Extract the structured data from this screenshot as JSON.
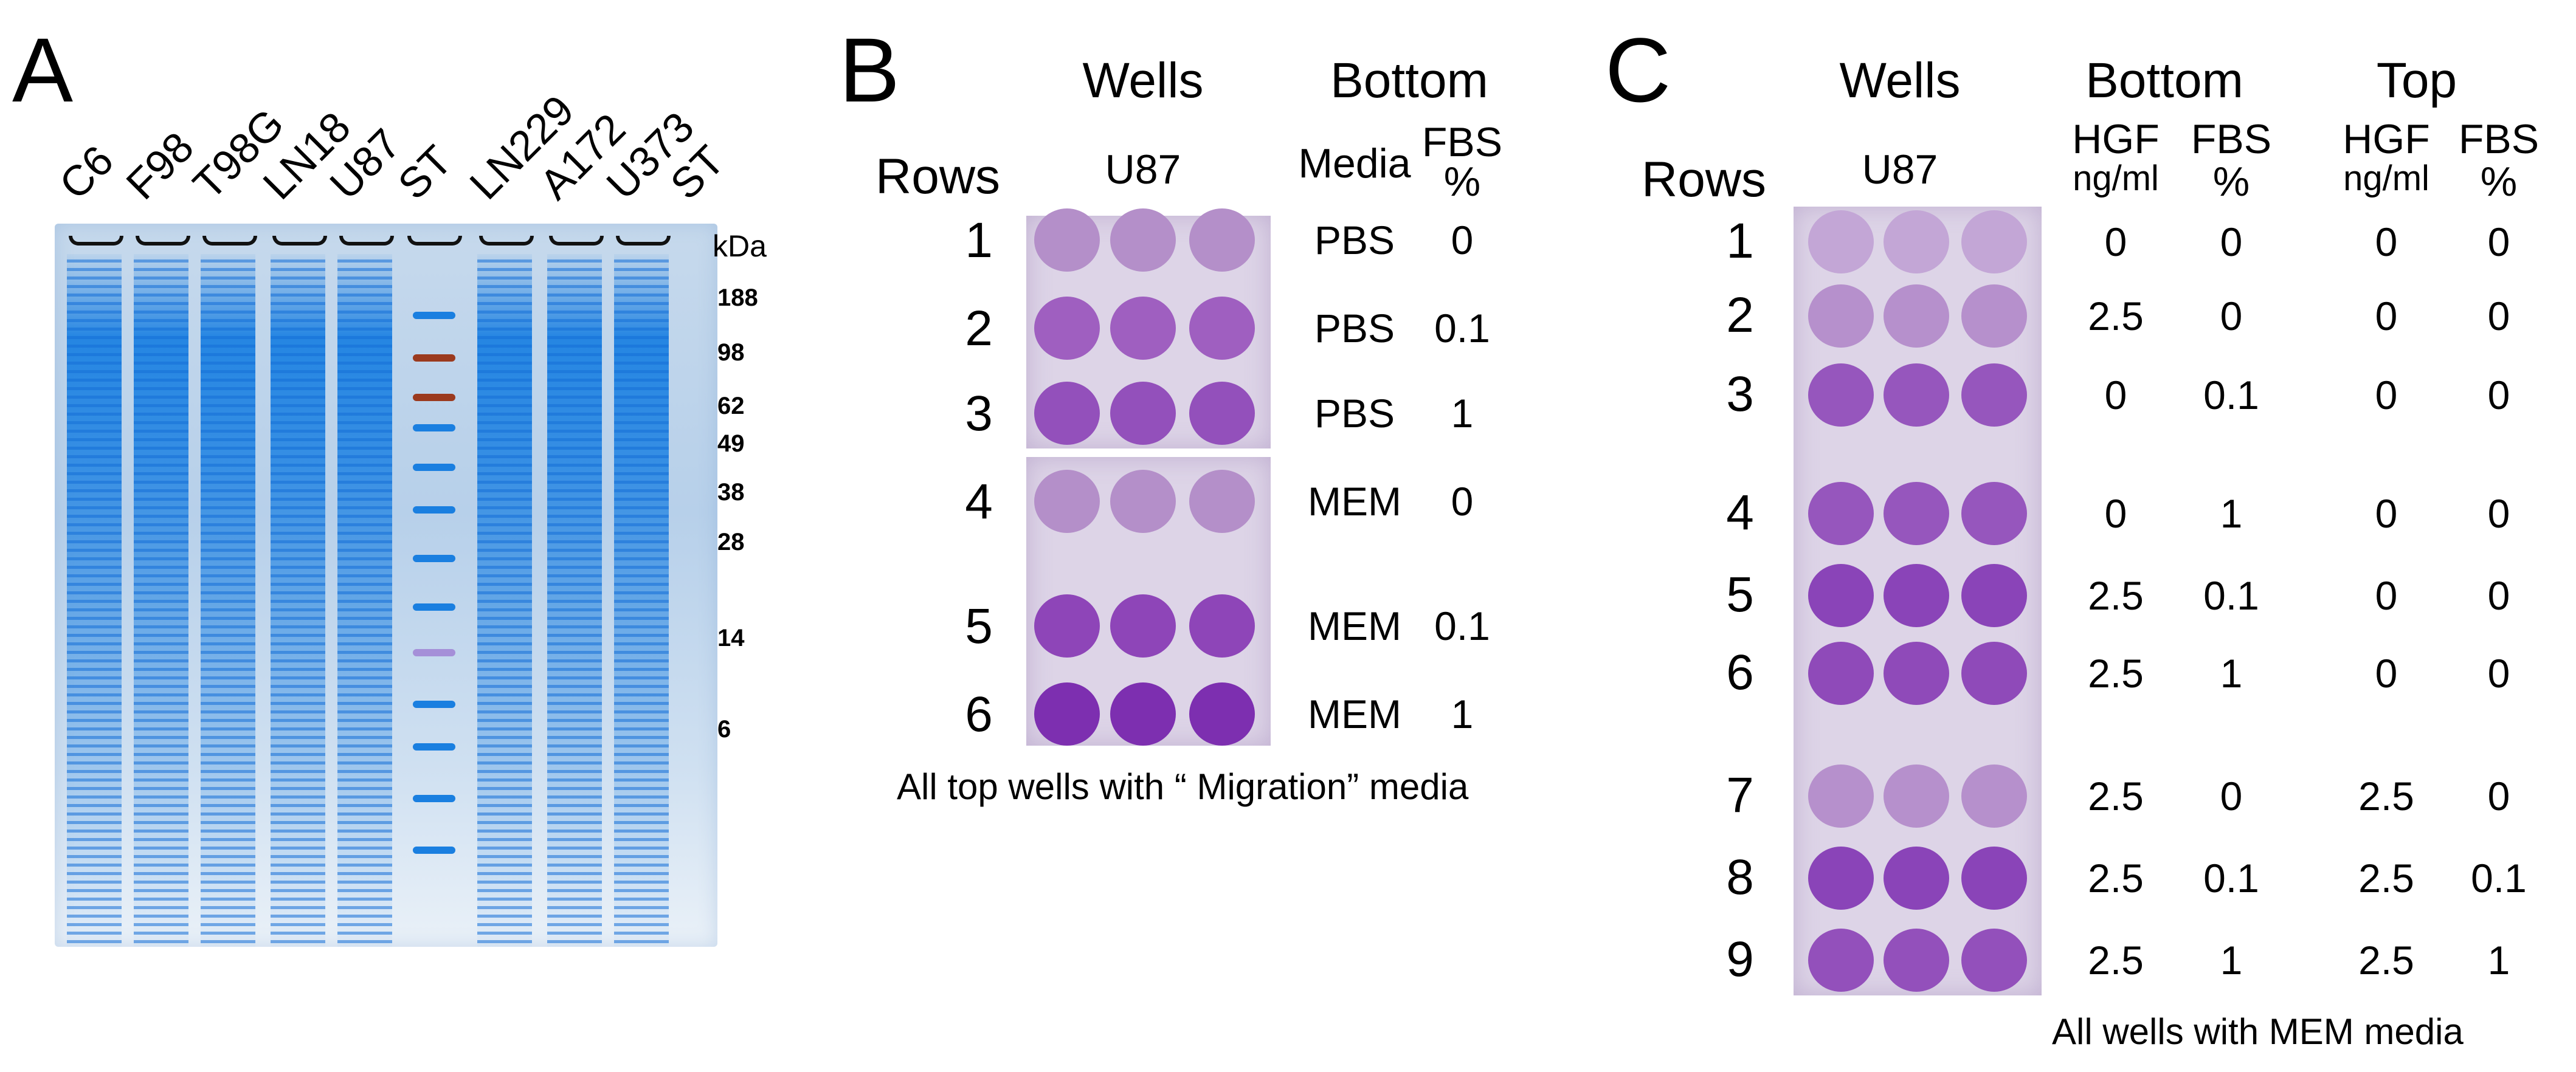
{
  "panels": {
    "a": "A",
    "b": "B",
    "c": "C"
  },
  "gel": {
    "lanes": [
      "C6",
      "F98",
      "T98G",
      "LN18",
      "U87",
      "ST",
      "LN229",
      "A172",
      "U373",
      "ST"
    ],
    "unit": "kDa",
    "markers": [
      "188",
      "98",
      "62",
      "49",
      "38",
      "28",
      "14",
      "6"
    ],
    "colors": {
      "stain": "#1a7fe0",
      "background": "#c3d8ee",
      "marker_red": "#9b3a1e",
      "marker_purple": "#a58fd8"
    }
  },
  "b": {
    "wells": "Wells",
    "bottom": "Bottom",
    "rows": "Rows",
    "cell_line": "U87",
    "media_header": "Media",
    "fbs_header": "FBS",
    "fbs_unit": "%",
    "table": [
      {
        "row": "1",
        "media": "PBS",
        "fbs": "0"
      },
      {
        "row": "2",
        "media": "PBS",
        "fbs": "0.1"
      },
      {
        "row": "3",
        "media": "PBS",
        "fbs": "1"
      },
      {
        "row": "4",
        "media": "MEM",
        "fbs": "0"
      },
      {
        "row": "5",
        "media": "MEM",
        "fbs": "0.1"
      },
      {
        "row": "6",
        "media": "MEM",
        "fbs": "1"
      }
    ],
    "note": "All top wells with “ Migration” media"
  },
  "c": {
    "wells": "Wells",
    "bottom": "Bottom",
    "top": "Top",
    "rows": "Rows",
    "cell_line": "U87",
    "hgf_header": "HGF",
    "hgf_unit": "ng/ml",
    "fbs_header": "FBS",
    "fbs_unit": "%",
    "table": [
      {
        "row": "1",
        "b_hgf": "0",
        "b_fbs": "0",
        "t_hgf": "0",
        "t_fbs": "0"
      },
      {
        "row": "2",
        "b_hgf": "2.5",
        "b_fbs": "0",
        "t_hgf": "0",
        "t_fbs": "0"
      },
      {
        "row": "3",
        "b_hgf": "0",
        "b_fbs": "0.1",
        "t_hgf": "0",
        "t_fbs": "0"
      },
      {
        "row": "4",
        "b_hgf": "0",
        "b_fbs": "1",
        "t_hgf": "0",
        "t_fbs": "0"
      },
      {
        "row": "5",
        "b_hgf": "2.5",
        "b_fbs": "0.1",
        "t_hgf": "0",
        "t_fbs": "0"
      },
      {
        "row": "6",
        "b_hgf": "2.5",
        "b_fbs": "1",
        "t_hgf": "0",
        "t_fbs": "0"
      },
      {
        "row": "7",
        "b_hgf": "2.5",
        "b_fbs": "0",
        "t_hgf": "2.5",
        "t_fbs": "0"
      },
      {
        "row": "8",
        "b_hgf": "2.5",
        "b_fbs": "0.1",
        "t_hgf": "2.5",
        "t_fbs": "0.1"
      },
      {
        "row": "9",
        "b_hgf": "2.5",
        "b_fbs": "1",
        "t_hgf": "2.5",
        "t_fbs": "1"
      }
    ],
    "note": "All wells with MEM media"
  }
}
